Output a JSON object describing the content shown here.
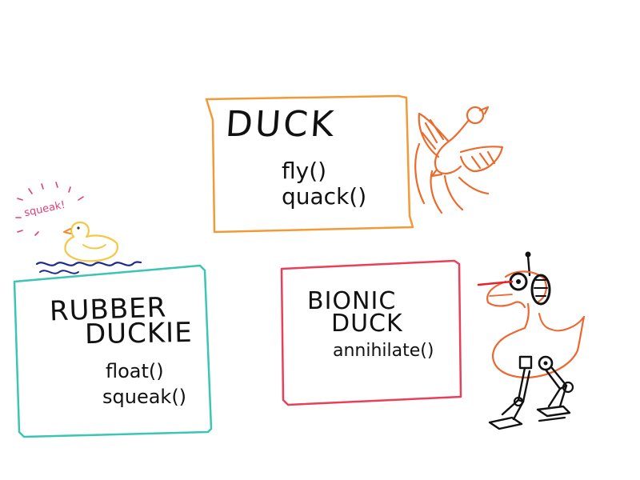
{
  "diagram": {
    "duck": {
      "title": "DUCK",
      "methods": [
        "fly()",
        "quack()"
      ]
    },
    "rubber_duckie": {
      "title_line1": "RUBBER",
      "title_line2": "DUCKIE",
      "methods": [
        "float()",
        "squeak()"
      ]
    },
    "bionic_duck": {
      "title_line1": "BIONIC",
      "title_line2": "DUCK",
      "methods": [
        "annihilate()"
      ]
    },
    "squeak_label": "squeak!"
  },
  "colors": {
    "duck_box": "#f29a3a",
    "rubber_box": "#3cc4b4",
    "bionic_box": "#e8405a",
    "ink": "#111111",
    "rubber_duck": "#f4c844",
    "water": "#1b2a8c",
    "squeak": "#e0407a",
    "flying_duck": "#ec6a2c",
    "robo_duck": "#ee6630",
    "laser": "#e8202e"
  }
}
